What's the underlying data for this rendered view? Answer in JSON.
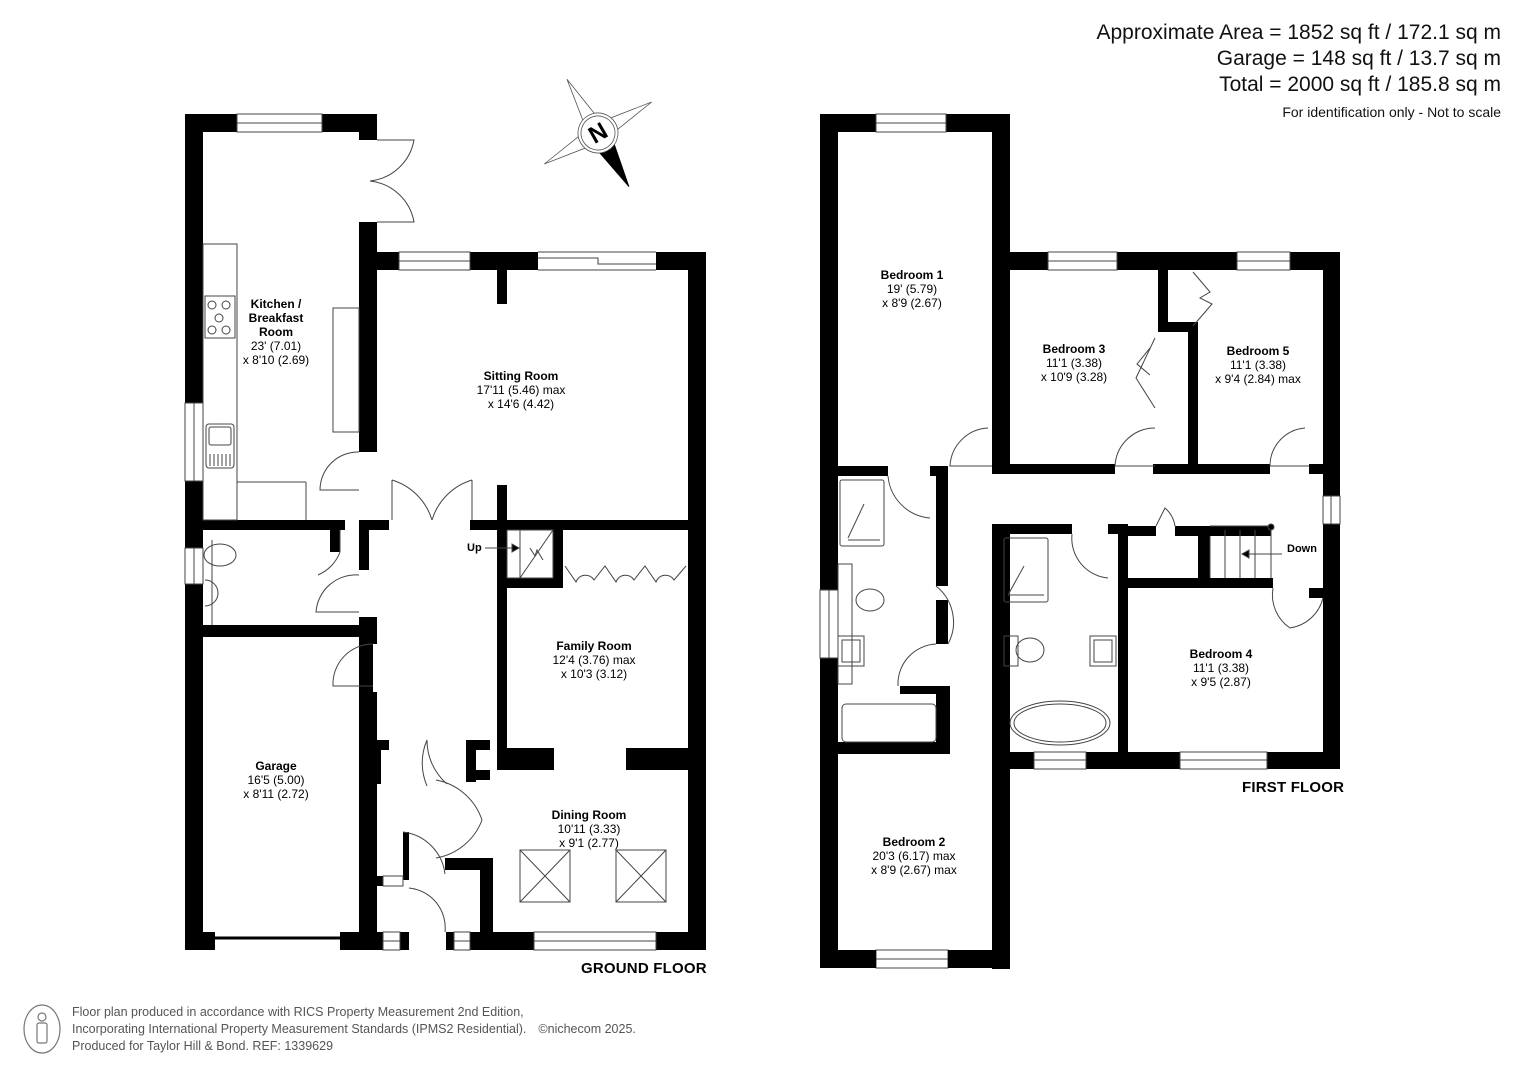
{
  "area_summary": {
    "approximate_area": "Approximate Area = 1852 sq ft / 172.1 sq m",
    "garage": "Garage = 148 sq ft / 13.7 sq m",
    "total": "Total = 2000 sq ft / 185.8 sq m",
    "note": "For identification only - Not to scale"
  },
  "compass": {
    "icon": "north-compass-icon",
    "label": "N"
  },
  "ground_floor": {
    "title": "GROUND FLOOR",
    "stairs_label": "Up",
    "rooms": [
      {
        "name": "Kitchen / Breakfast Room",
        "name_lines": [
          "Kitchen /",
          "Breakfast",
          "Room"
        ],
        "dim1": "23' (7.01)",
        "dim2": "x 8'10 (2.69)"
      },
      {
        "name": "Sitting Room",
        "dim1": "17'11 (5.46) max",
        "dim2": "x 14'6 (4.42)"
      },
      {
        "name": "Family Room",
        "dim1": "12'4 (3.76) max",
        "dim2": "x 10'3 (3.12)"
      },
      {
        "name": "Garage",
        "dim1": "16'5 (5.00)",
        "dim2": "x 8'11 (2.72)"
      },
      {
        "name": "Dining Room",
        "dim1": "10'11 (3.33)",
        "dim2": "x 9'1 (2.77)"
      }
    ]
  },
  "first_floor": {
    "title": "FIRST FLOOR",
    "stairs_label": "Down",
    "rooms": [
      {
        "name": "Bedroom 1",
        "dim1": "19' (5.79)",
        "dim2": "x 8'9 (2.67)"
      },
      {
        "name": "Bedroom 3",
        "dim1": "11'1 (3.38)",
        "dim2": "x 10'9 (3.28)"
      },
      {
        "name": "Bedroom 5",
        "dim1": "11'1 (3.38)",
        "dim2": "x 9'4 (2.84) max"
      },
      {
        "name": "Bedroom 4",
        "dim1": "11'1 (3.38)",
        "dim2": "x 9'5 (2.87)"
      },
      {
        "name": "Bedroom 2",
        "dim1": "20'3 (6.17) max",
        "dim2": "x 8'9 (2.67) max"
      }
    ]
  },
  "footer": {
    "icon": "person-icon",
    "line1": "Floor plan produced in accordance with RICS Property Measurement 2nd Edition,",
    "line2": "Incorporating International Property Measurement Standards (IPMS2 Residential).",
    "copyright": "©nichecom 2025.",
    "line3": "Produced for Taylor Hill & Bond.   REF: 1339629"
  }
}
